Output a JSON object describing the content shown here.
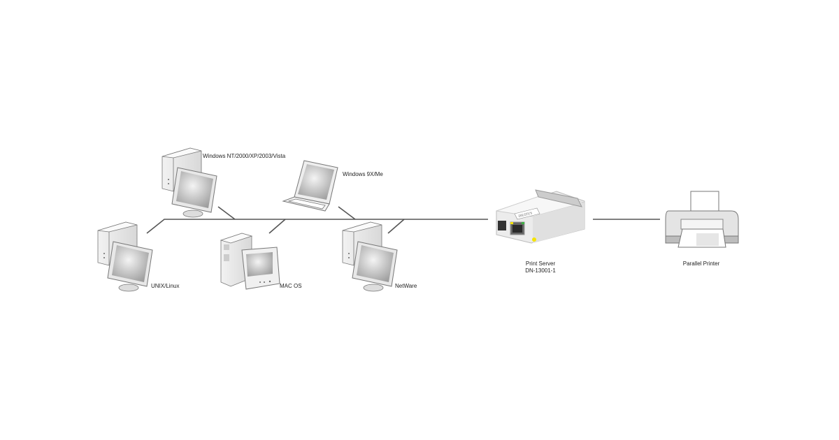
{
  "diagram": {
    "clients": [
      {
        "label": "Windows NT/2000/XP/2003/Vista",
        "icon": "desktop-computer-icon"
      },
      {
        "label": "Windows 9X/Me",
        "icon": "laptop-icon"
      },
      {
        "label": "UNIX/Linux",
        "icon": "desktop-computer-icon"
      },
      {
        "label": "MAC OS",
        "icon": "mac-computer-icon"
      },
      {
        "label": "NetWare",
        "icon": "desktop-computer-icon"
      }
    ],
    "print_server": {
      "label": "Print Server",
      "model": "DN-13001-1",
      "logo": "DIGITUS",
      "icon": "print-server-icon"
    },
    "printer": {
      "label": "Parallel Printer",
      "icon": "printer-icon"
    },
    "colors": {
      "wire": "#555555",
      "led": "#f5e400",
      "port_led": "#3cb043"
    }
  }
}
